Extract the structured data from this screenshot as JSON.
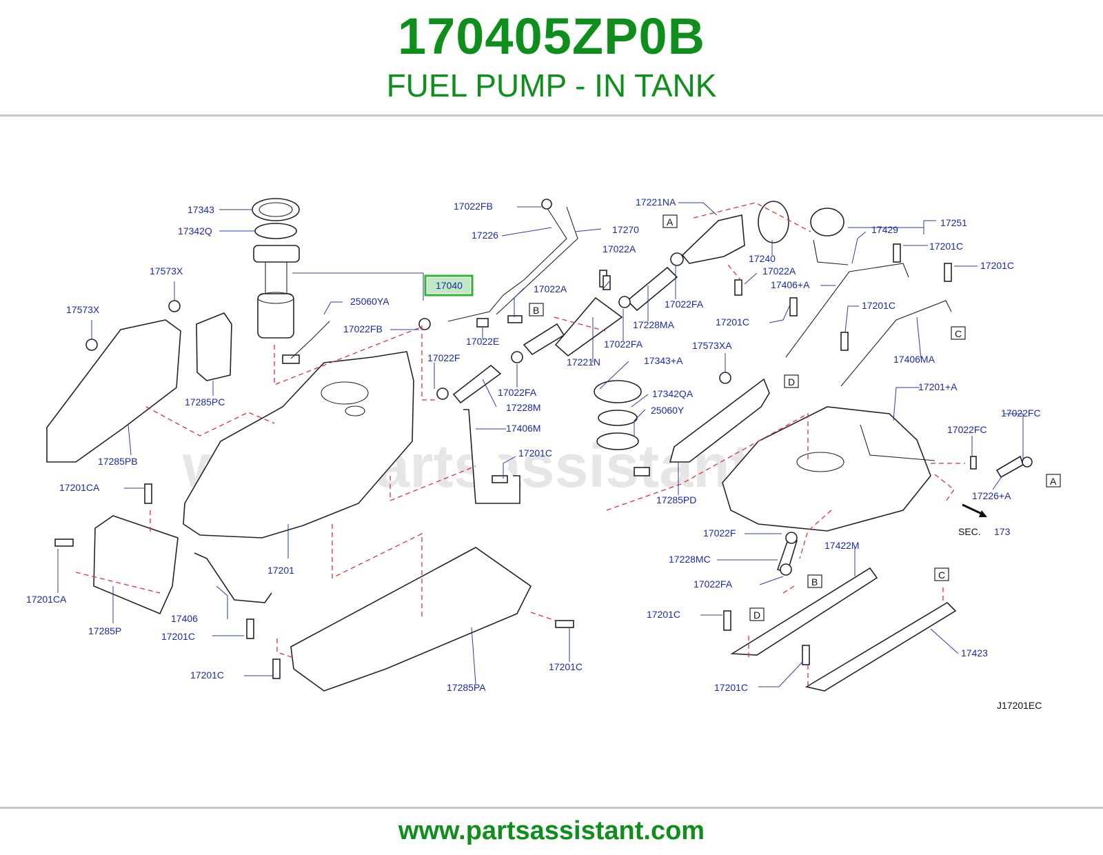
{
  "header": {
    "part_number": "170405ZP0B",
    "part_name": "FUEL PUMP - IN TANK"
  },
  "footer": {
    "url": "www.partsassistant.com"
  },
  "diagram": {
    "watermark": "www.partsassistant.com",
    "drawing_code": "J17201EC",
    "sec_label": "SEC.",
    "sec_number": "173",
    "highlighted_part": "17040",
    "ref_letters": [
      "A",
      "B",
      "C",
      "D"
    ],
    "labels": [
      "17343",
      "17342Q",
      "17573X",
      "17573X",
      "25060YA",
      "17285PC",
      "17285PB",
      "17022FB",
      "17226",
      "17270",
      "17022A",
      "17022FB",
      "17022E",
      "17022F",
      "17022FA",
      "17228M",
      "17406M",
      "17201C",
      "17201CA",
      "17201CA",
      "17285P",
      "17201",
      "17406",
      "17201C",
      "17201C",
      "17285PA",
      "17201C",
      "17221NA",
      "17240",
      "17022A",
      "17022FA",
      "17228MA",
      "17022FA",
      "17221N",
      "17022A",
      "17343+A",
      "17342QA",
      "25060Y",
      "17285PD",
      "17573XA",
      "17251",
      "17429",
      "17201C",
      "17201C",
      "17406+A",
      "17201C",
      "17201C",
      "17406MA",
      "17201+A",
      "17022FC",
      "17022FC",
      "17226+A",
      "17022F",
      "17228MC",
      "17022FA",
      "17422M",
      "17201C",
      "17201C",
      "17423"
    ]
  }
}
